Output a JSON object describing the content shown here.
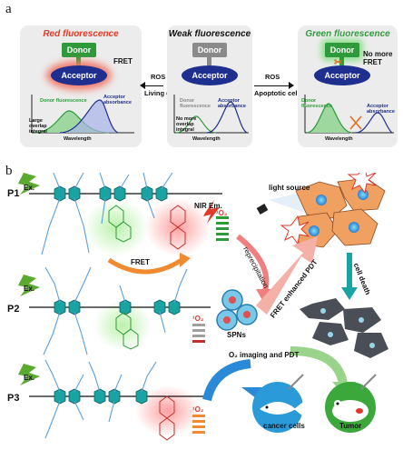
{
  "panel_a": {
    "label": "a",
    "left": {
      "title": "Red fluorescence",
      "donor": "Donor",
      "acceptor": "Acceptor",
      "fret": "FRET",
      "donor_fluor": "Donor fluorescence",
      "acc_abs": "Acceptor absorbance",
      "overlap": "Large overlap integral",
      "wavelength": "Wavelength"
    },
    "middle": {
      "title": "Weak fluorescence",
      "donor": "Donor",
      "acceptor": "Acceptor",
      "donor_fluor": "Donor fluorescence",
      "acc_abs": "Acceptor absorbance",
      "overlap": "No more overlap integral",
      "wavelength": "Wavelength"
    },
    "right": {
      "title": "Green fluorescence",
      "donor": "Donor",
      "acceptor": "Acceptor",
      "no_fret": "No more FRET",
      "donor_fluor": "Donor fluorescence",
      "acc_abs": "Acceptor absorbance",
      "wavelength": "Wavelength"
    },
    "arrow_left": {
      "top": "ROS",
      "bottom": "Living cells"
    },
    "arrow_right": {
      "top": "ROS",
      "bottom": "Apoptotic cells"
    }
  },
  "panel_b": {
    "label": "b",
    "ex": "Ex.",
    "p1": "P1",
    "p2": "P2",
    "p3": "P3",
    "nir": "NIR Em.",
    "fret": "FRET",
    "singlet": "¹O₂",
    "reprecipitation": "reprecipitation",
    "light_source": "light source",
    "fret_pdt": "FRET enhanced PDT",
    "cell_death": "cell death",
    "spns": "SPNs",
    "o2_imaging": "O₂ imaging and PDT",
    "cancer_cells": "cancer cells",
    "tumor": "Tumor"
  },
  "colors": {
    "red": "#e03a2a",
    "green": "#2e9a3a",
    "navy": "#1f2f8f",
    "teal": "#1aa3a3",
    "blue_branch": "#5aa0d8",
    "cell_orange": "#f0a060",
    "cell_gray": "#4a4f57"
  }
}
